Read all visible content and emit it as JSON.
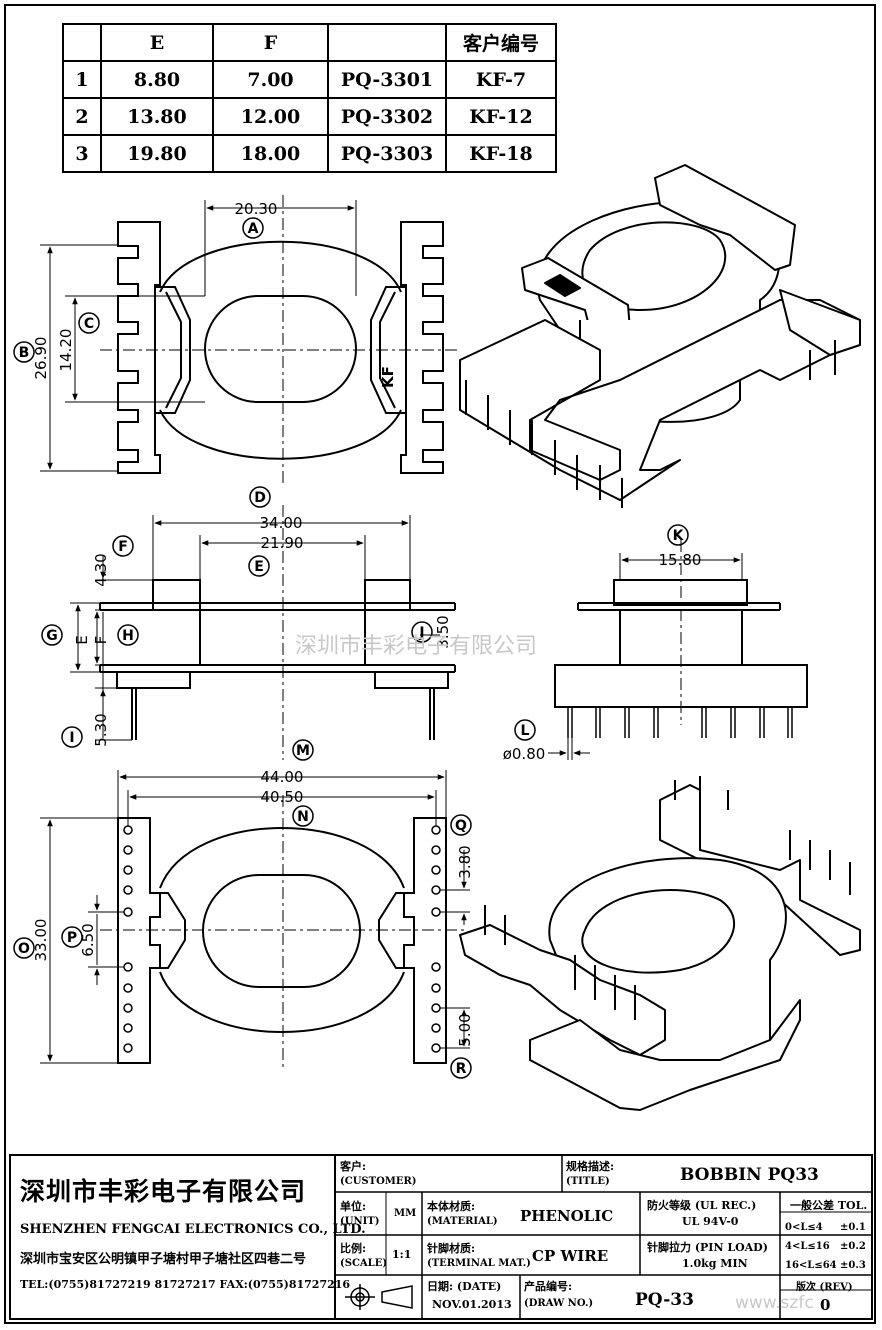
{
  "spec_table": {
    "headers": [
      "",
      "E",
      "F",
      "",
      "客户编号"
    ],
    "rows": [
      [
        "1",
        "8.80",
        "7.00",
        "PQ-3301",
        "KF-7"
      ],
      [
        "2",
        "13.80",
        "12.00",
        "PQ-3302",
        "KF-12"
      ],
      [
        "3",
        "19.80",
        "18.00",
        "PQ-3303",
        "KF-18"
      ]
    ]
  },
  "dims": {
    "d2030": "20.30",
    "d2690": "26.90",
    "d1420": "14.20",
    "d3400": "34.00",
    "d2190": "21.90",
    "d430": "4.30",
    "d530": "5.30",
    "d350": "3.50",
    "dE": "E",
    "dF": "F",
    "d1580": "15.80",
    "d080": "ø0.80",
    "d4400": "44.00",
    "d4050": "40.50",
    "d3300": "33.00",
    "d650": "6.50",
    "d380": "3.80",
    "d500": "5.00"
  },
  "callouts": {
    "A": "A",
    "B": "B",
    "C": "C",
    "D": "D",
    "E": "E",
    "F": "F",
    "G": "G",
    "H": "H",
    "I": "I",
    "J": "J",
    "K": "K",
    "L": "L",
    "M": "M",
    "N": "N",
    "O": "O",
    "P": "P",
    "Q": "Q",
    "R": "R"
  },
  "kf_mark": "KF",
  "watermark": "深圳市丰彩电子有限公司",
  "watermark_url": "www.szfc",
  "title_block": {
    "company_cn": "深圳市丰彩电子有限公司",
    "company_en": "SHENZHEN FENGCAI ELECTRONICS CO., LTD.",
    "address": "深圳市宝安区公明镇甲子塘村甲子塘社区四巷二号",
    "tel_fax": "TEL:(0755)81727219  81727217   FAX:(0755)81727216",
    "customer_label": "客户:",
    "customer_label_en": "(CUSTOMER)",
    "title_label": "规格描述:",
    "title_label_en": "(TITLE)",
    "title_value": "BOBBIN PQ33",
    "unit_label": "单位:",
    "unit_label_en": "(UNIT)",
    "unit_value": "MM",
    "material_label": "本体材质:",
    "material_label_en": "(MATERIAL)",
    "material_value": "PHENOLIC",
    "flame_label": "防火等级 (UL REC.)",
    "flame_value": "UL 94V-0",
    "scale_label": "比例:",
    "scale_label_en": "(SCALE)",
    "scale_value": "1:1",
    "terminal_label": "针脚材质:",
    "terminal_label_en": "(TERMINAL MAT.)",
    "terminal_value": "CP WIRE",
    "pinload_label": "针脚拉力 (PIN LOAD)",
    "pinload_value": "1.0kg MIN",
    "date_label": "日期: (DATE)",
    "date_value": "NOV.01.2013",
    "drawno_label": "产品编号:",
    "drawno_label_en": "(DRAW NO.)",
    "drawno_value": "PQ-33",
    "tolerance_title": "一般公差 TOL.",
    "tolerances": [
      [
        "0<L≤4",
        "±0.1"
      ],
      [
        "4<L≤16",
        "±0.2"
      ],
      [
        "16<L≤64",
        "±0.3"
      ]
    ],
    "rev_label": "版次 (REV)",
    "rev_value": "0"
  }
}
